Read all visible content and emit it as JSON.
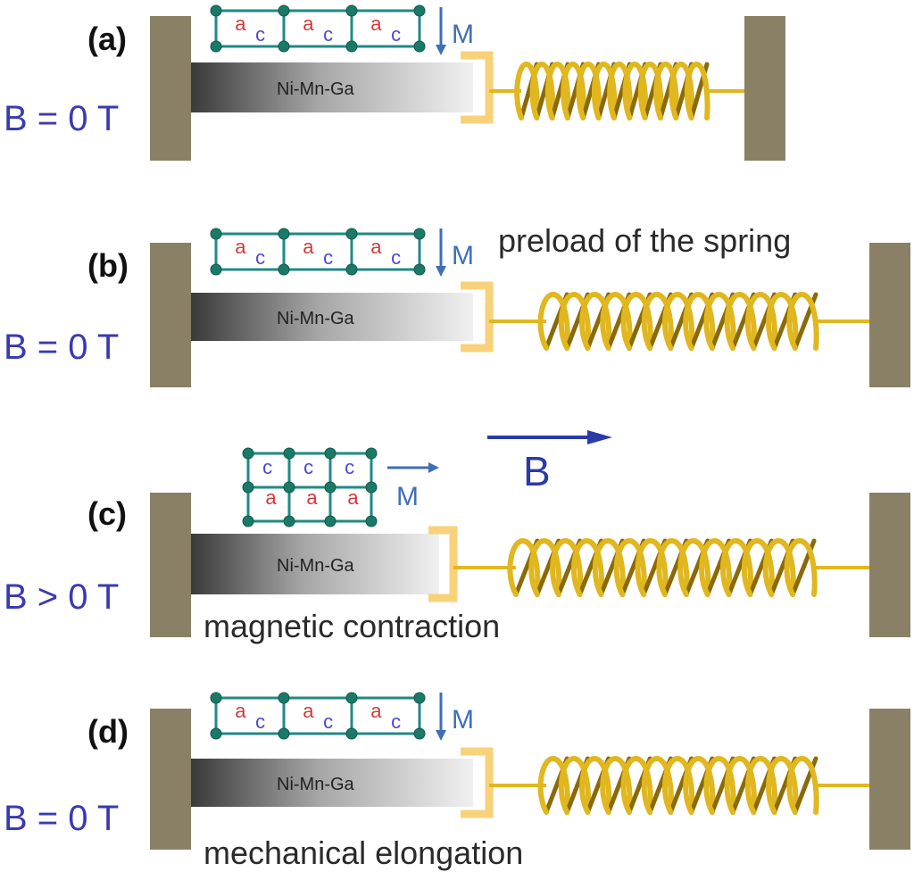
{
  "colors": {
    "wall": "#8a8066",
    "bar_dark": "#3a3a3a",
    "bar_light": "#f2f2f2",
    "clamp": "#f8d27a",
    "spring": "#e0b71f",
    "spring_dark": "#8a6a08",
    "lattice_line": "#1f8a84",
    "lattice_node": "#1a7a68",
    "arrow": "#3f6fb5",
    "field_text": "#3a3ab0"
  },
  "figure": {
    "panels": [
      {
        "id": "a",
        "label": "(a)",
        "field": "B = 0 T",
        "bar_text": "Ni-Mn-Ga",
        "m_label": "M",
        "lattice_letters": [
          "a",
          "c"
        ],
        "caption": ""
      },
      {
        "id": "b",
        "label": "(b)",
        "field": "B = 0 T",
        "bar_text": "Ni-Mn-Ga",
        "m_label": "M",
        "lattice_letters": [
          "a",
          "c"
        ],
        "caption": "preload of the spring"
      },
      {
        "id": "c",
        "label": "(c)",
        "field": "B > 0 T",
        "bar_text": "Ni-Mn-Ga",
        "m_label": "M",
        "lattice_letters": [
          "c",
          "a"
        ],
        "caption": "magnetic contraction",
        "applied_field_label": "B"
      },
      {
        "id": "d",
        "label": "(d)",
        "field": "B = 0 T",
        "bar_text": "Ni-Mn-Ga",
        "m_label": "M",
        "lattice_letters": [
          "a",
          "c"
        ],
        "caption": "mechanical elongation"
      }
    ]
  }
}
